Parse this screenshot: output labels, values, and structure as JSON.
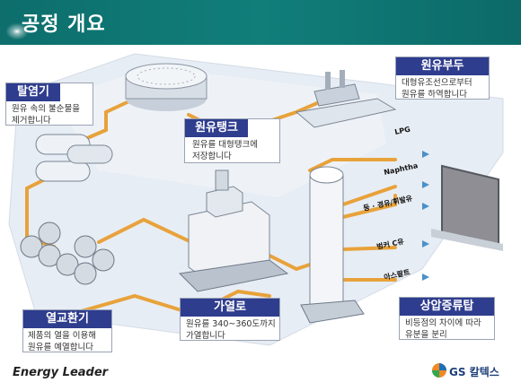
{
  "page": {
    "title": "공정 개요"
  },
  "callouts": {
    "desalter": {
      "title": "탈염기",
      "lines": [
        "원유 속의 불순물을",
        "제거합니다"
      ]
    },
    "crude_tank": {
      "title": "원유탱크",
      "lines": [
        "원유를 대형탱크에",
        "저장합니다"
      ]
    },
    "crude_pier": {
      "title": "원유부두",
      "lines": [
        "대형유조선으로부터",
        "원유를 하역합니다"
      ]
    },
    "furnace": {
      "title": "가열로",
      "lines": [
        "원유를 340~360도까지",
        "가열합니다"
      ]
    },
    "heat_exchanger": {
      "title": "열교환기",
      "lines": [
        "제품의 열을 이용해",
        "원유를 예열합니다"
      ]
    },
    "distillation": {
      "title": "상압증류탑",
      "lines": [
        "비등점의 차이에 따라",
        "유분을 분리"
      ]
    }
  },
  "products": [
    "LPG",
    "Naphtha",
    "등 · 경유/휘발유",
    "벙커 C유",
    "아스팔트"
  ],
  "footer": {
    "left_logo": "Energy Leader",
    "right_logo": "GS 칼텍스"
  },
  "colors": {
    "header": "#0f7472",
    "callout_header": "#2f3d8e",
    "pipe": "#e8a23a",
    "platform": "#dfe6ef"
  }
}
